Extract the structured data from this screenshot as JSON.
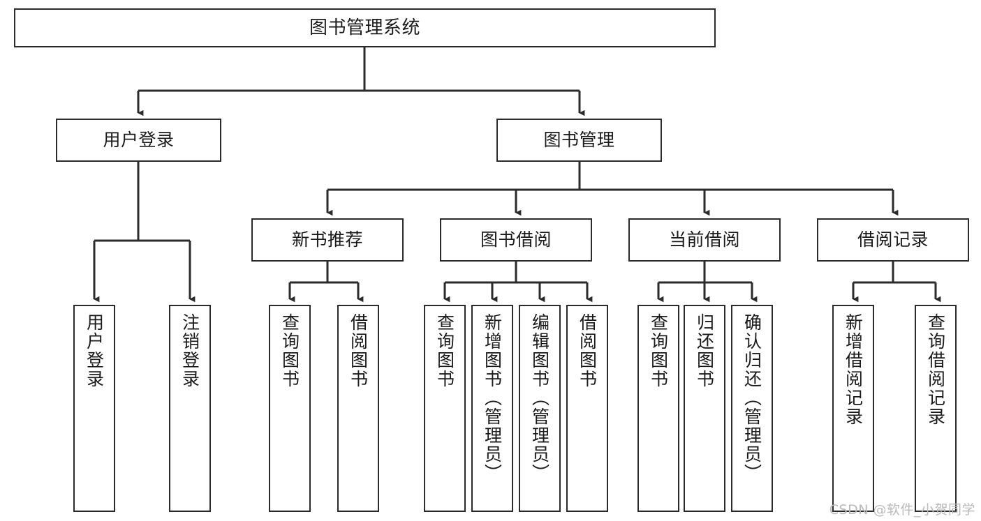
{
  "diagram": {
    "type": "tree-hierarchy-chart",
    "title": "图书管理系统",
    "watermark": "CSDN @软件_小贺同学",
    "colors": {
      "box_border": "#2b2b2b",
      "box_fill": "#ffffff",
      "connector": "#2b2b2b",
      "text": "#1a1a1a",
      "watermark": "#b9b9b9",
      "background": "#ffffff"
    },
    "nodes": {
      "root": {
        "label": "图书管理系统"
      },
      "level2": [
        {
          "label": "用户登录"
        },
        {
          "label": "图书管理"
        }
      ],
      "level3": [
        {
          "label": "新书推荐"
        },
        {
          "label": "图书借阅"
        },
        {
          "label": "当前借阅"
        },
        {
          "label": "借阅记录"
        }
      ],
      "leaves": {
        "user_login": [
          {
            "label": "用户登录"
          },
          {
            "label": "注销登录"
          }
        ],
        "new_book_recommend": [
          {
            "label": "查询图书"
          },
          {
            "label": "借阅图书"
          }
        ],
        "book_borrow": [
          {
            "label": "查询图书"
          },
          {
            "label": "新增图书（管理员）"
          },
          {
            "label": "编辑图书（管理员）"
          },
          {
            "label": "借阅图书"
          }
        ],
        "current_borrow": [
          {
            "label": "查询图书"
          },
          {
            "label": "归还图书"
          },
          {
            "label": "确认归还（管理员）"
          }
        ],
        "borrow_record": [
          {
            "label": "新增借阅记录"
          },
          {
            "label": "查询借阅记录"
          }
        ]
      }
    }
  }
}
